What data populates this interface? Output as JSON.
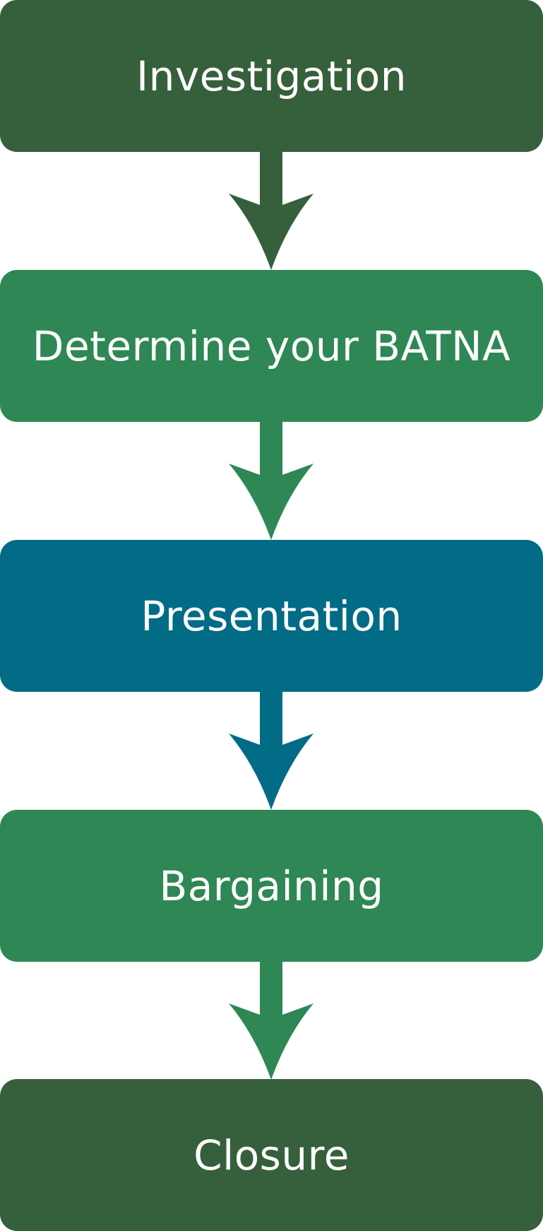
{
  "diagram": {
    "title": "",
    "steps": [
      {
        "label": "Investigation",
        "color": "#365f3c"
      },
      {
        "label": "Determine your BATNA",
        "color": "#2e8754"
      },
      {
        "label": "Presentation",
        "color": "#026b85"
      },
      {
        "label": "Bargaining",
        "color": "#2e8754"
      },
      {
        "label": "Closure",
        "color": "#365f3c"
      }
    ],
    "arrows": [
      {
        "from": "Investigation",
        "to": "Determine your BATNA",
        "color": "#365f3c"
      },
      {
        "from": "Determine your BATNA",
        "to": "Presentation",
        "color": "#2e8754"
      },
      {
        "from": "Presentation",
        "to": "Bargaining",
        "color": "#026b85"
      },
      {
        "from": "Bargaining",
        "to": "Closure",
        "color": "#2e8754"
      }
    ]
  }
}
